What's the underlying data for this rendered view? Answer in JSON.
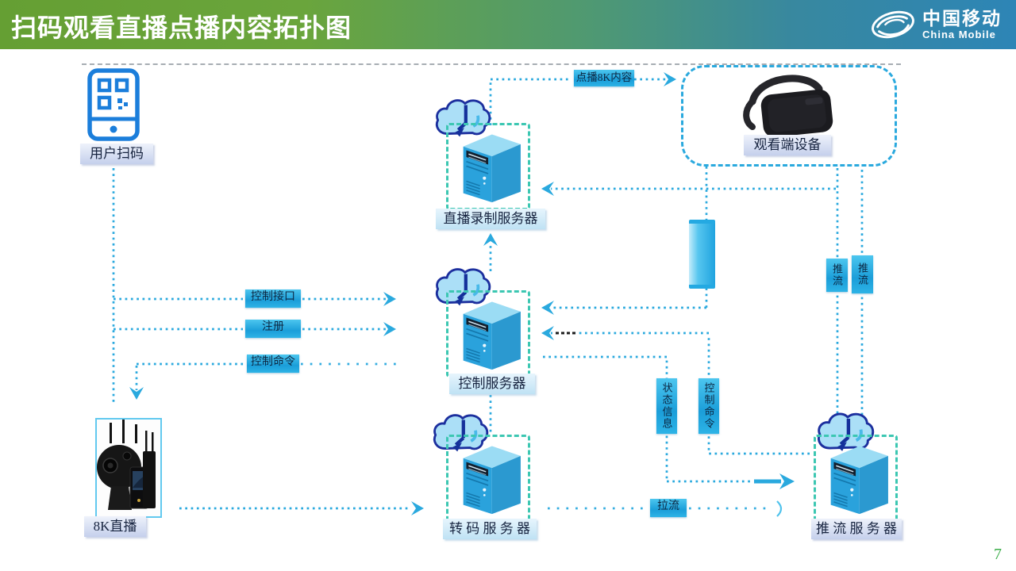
{
  "header": {
    "title": "扫码观看直播点播内容拓扑图",
    "logo_cn": "中国移动",
    "logo_en": "China Mobile"
  },
  "nodes": {
    "phone": {
      "label": "用户扫码"
    },
    "viewer": {
      "label": "观看端设备"
    },
    "record_server": {
      "label": "直播录制服务器"
    },
    "control_server": {
      "label": "控制服务器"
    },
    "transcode_server": {
      "label": "转 码 服 务 器"
    },
    "push_server": {
      "label": "推 流 服 务 器"
    },
    "camera": {
      "label": "8K直播"
    }
  },
  "edge_labels": {
    "vod_8k_content": "点播8K内容",
    "control_interface": "控制接口",
    "register": "注册",
    "control_command": "控制命令",
    "status_info": "状态信息",
    "control_command_vertical": "控制命令",
    "push_stream_left": "推流",
    "push_stream_right": "推流",
    "pull_stream": "拉流"
  },
  "footer": {
    "page_number": "7"
  },
  "colors": {
    "header_gradient_left": "#659f33",
    "header_gradient_right": "#2d85b6",
    "connector_cyan": "#2aa9de",
    "box_teal": "#3cc7b2",
    "device_blue": "#1b7edb",
    "tag_blue": "#1fa6e0",
    "label_lavender": "#c5d0ec",
    "label_skyblue": "#bfe2f4",
    "page_number_green": "#3bae4a"
  }
}
